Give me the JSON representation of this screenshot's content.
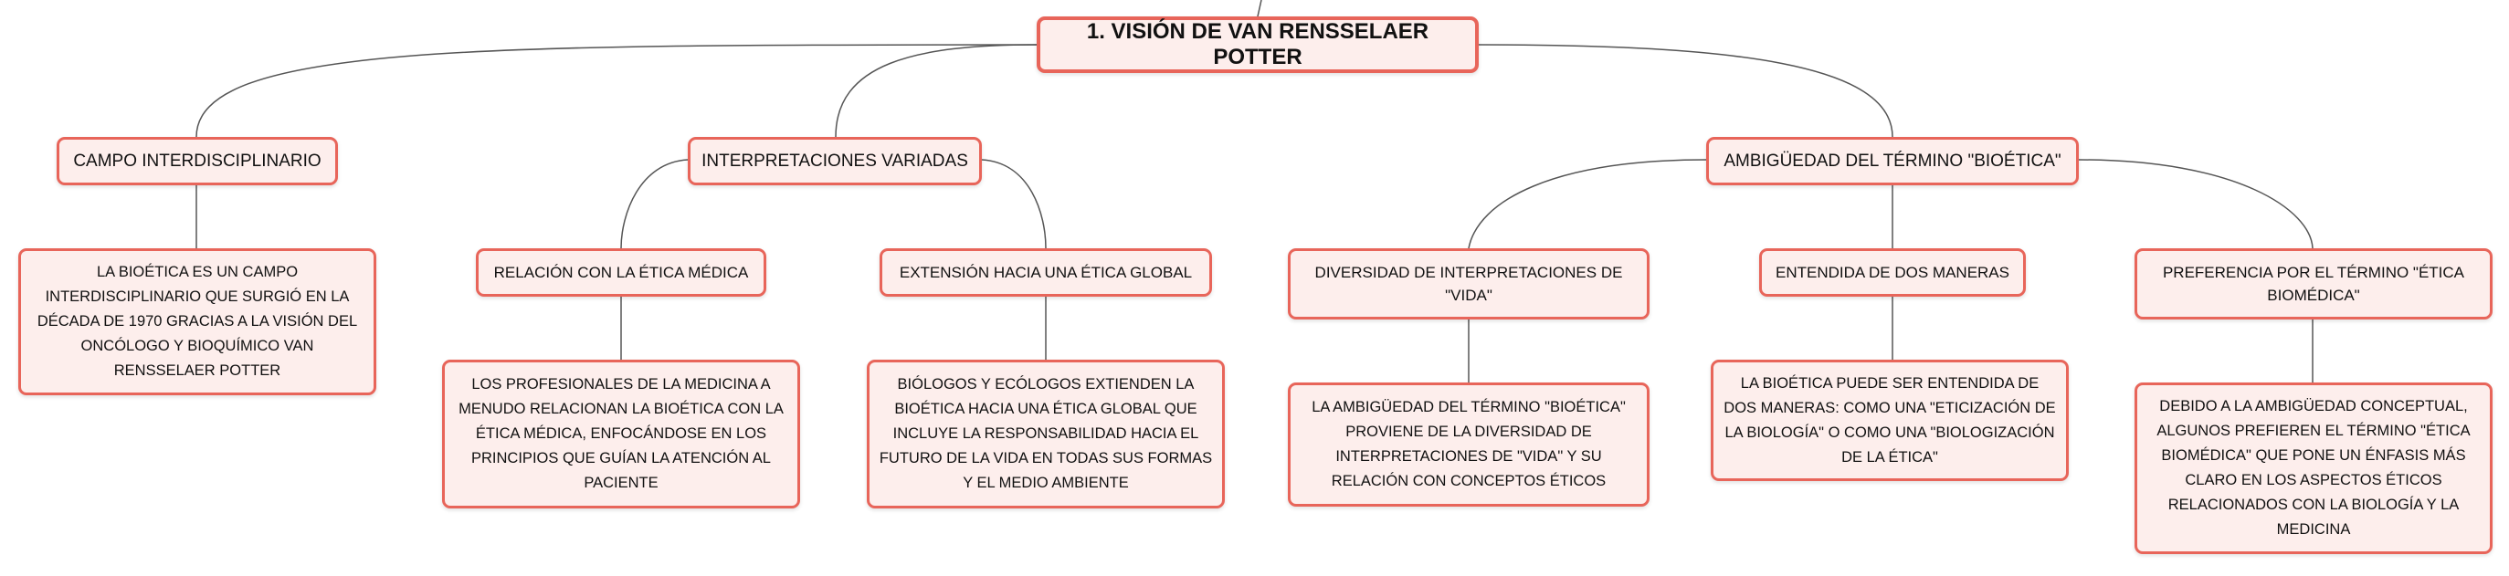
{
  "root": "1. VISIÓN DE VAN RENSSELAER POTTER",
  "branches": [
    {
      "title": "CAMPO INTERDISCIPLINARIO",
      "leaf": "LA BIOÉTICA ES UN CAMPO INTERDISCIPLINARIO QUE SURGIÓ EN LA DÉCADA DE 1970 GRACIAS A LA VISIÓN DEL ONCÓLOGO Y BIOQUÍMICO VAN RENSSELAER POTTER"
    },
    {
      "title": "INTERPRETACIONES VARIADAS",
      "children": [
        {
          "title": "RELACIÓN CON LA ÉTICA MÉDICA",
          "leaf": "LOS PROFESIONALES DE LA MEDICINA A MENUDO RELACIONAN LA BIOÉTICA CON LA ÉTICA MÉDICA, ENFOCÁNDOSE EN LOS PRINCIPIOS QUE GUÍAN LA ATENCIÓN AL PACIENTE"
        },
        {
          "title": "EXTENSIÓN HACIA UNA ÉTICA GLOBAL",
          "leaf": "BIÓLOGOS Y ECÓLOGOS EXTIENDEN LA BIOÉTICA HACIA UNA ÉTICA GLOBAL QUE INCLUYE LA RESPONSABILIDAD HACIA EL FUTURO DE LA VIDA EN TODAS SUS FORMAS Y EL MEDIO AMBIENTE"
        }
      ]
    },
    {
      "title": "AMBIGÜEDAD DEL TÉRMINO \"BIOÉTICA\"",
      "children": [
        {
          "title": "DIVERSIDAD DE INTERPRETACIONES DE \"VIDA\"",
          "leaf": "LA AMBIGÜEDAD DEL TÉRMINO \"BIOÉTICA\" PROVIENE DE LA DIVERSIDAD DE INTERPRETACIONES DE \"VIDA\" Y SU RELACIÓN CON CONCEPTOS ÉTICOS"
        },
        {
          "title": "ENTENDIDA DE DOS MANERAS",
          "leaf": "LA BIOÉTICA PUEDE SER ENTENDIDA DE DOS MANERAS: COMO UNA \"ETICIZACIÓN DE LA BIOLOGÍA\" O COMO UNA \"BIOLOGIZACIÓN DE LA ÉTICA\""
        },
        {
          "title": "PREFERENCIA POR EL TÉRMINO \"ÉTICA BIOMÉDICA\"",
          "leaf": "DEBIDO A LA AMBIGÜEDAD CONCEPTUAL, ALGUNOS PREFIEREN EL TÉRMINO \"ÉTICA BIOMÉDICA\" QUE PONE UN ÉNFASIS MÁS CLARO EN LOS ASPECTOS ÉTICOS RELACIONADOS CON LA BIOLOGÍA Y LA MEDICINA"
        }
      ]
    }
  ]
}
